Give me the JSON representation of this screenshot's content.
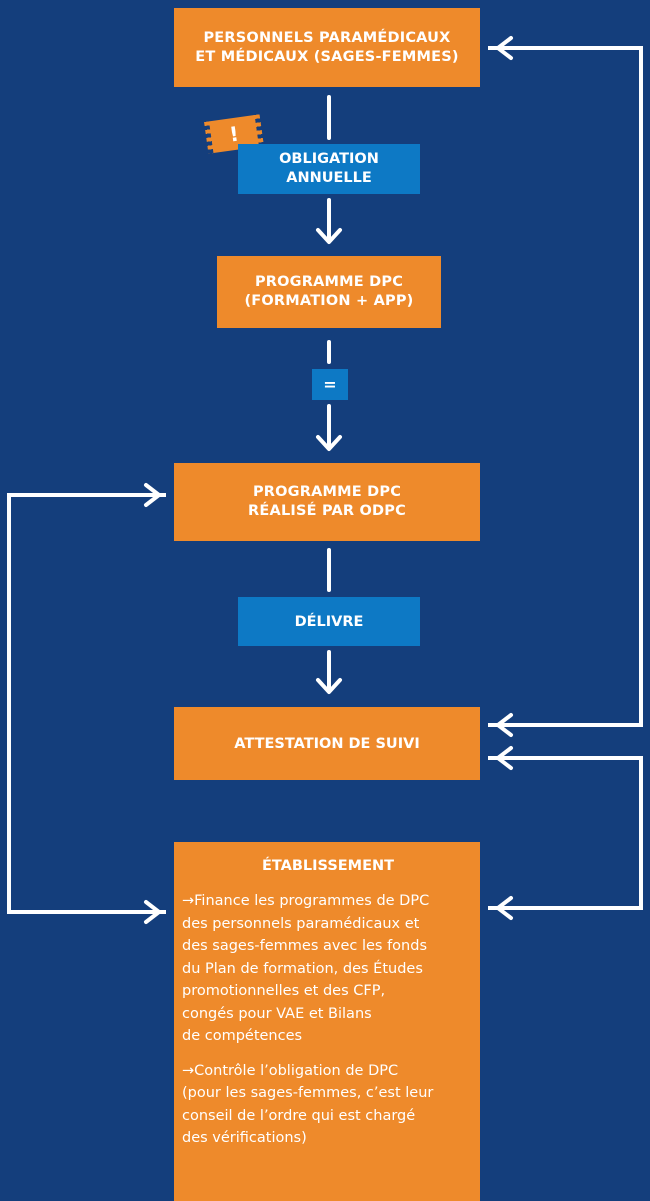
{
  "nodes": {
    "personnels": {
      "lines": [
        "PERSONNELS PARAMÉDICAUX",
        "ET MÉDICAUX (SAGES-FEMMES)"
      ]
    },
    "programme": {
      "lines": [
        "PROGRAMME DPC",
        "(FORMATION + APP)"
      ]
    },
    "realise": {
      "lines": [
        "PROGRAMME DPC",
        "RÉALISÉ PAR ODPC"
      ]
    },
    "attestation": {
      "label": "ATTESTATION DE SUIVI"
    },
    "etablissement": {
      "title": "ÉTABLISSEMENT",
      "paragraph1": [
        "→Finance les programmes de DPC",
        "des personnels paramédicaux et",
        "des sages-femmes avec les fonds",
        "du Plan de formation, des Études",
        "promotionnelles et des CFP,",
        "congés pour VAE et Bilans",
        "de compétences"
      ],
      "paragraph2": [
        "→Contrôle l’obligation de DPC",
        "(pour les sages-femmes, c’est leur",
        "conseil de l’ordre qui est chargé",
        "des vérifications)"
      ]
    }
  },
  "tags": {
    "obligation": {
      "lines": [
        "OBLIGATION",
        "ANNUELLE"
      ]
    },
    "equals": {
      "label": "="
    },
    "delivre": {
      "label": "DÉLIVRE"
    }
  },
  "alert": {
    "label": "!"
  },
  "colors": {
    "background": "#143e7c",
    "box": "#ee8a2b",
    "tag": "#0d79c5",
    "line": "#ffffff"
  }
}
